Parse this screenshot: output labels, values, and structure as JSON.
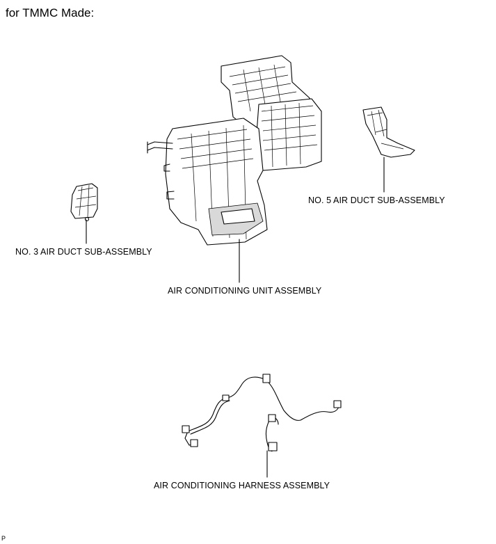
{
  "heading": "for TMMC Made:",
  "labels": {
    "no5_air_duct": "NO. 5 AIR DUCT SUB-ASSEMBLY",
    "no3_air_duct": "NO. 3 AIR DUCT SUB-ASSEMBLY",
    "ac_unit": "AIR CONDITIONING UNIT ASSEMBLY",
    "ac_harness": "AIR CONDITIONING HARNESS ASSEMBLY"
  },
  "corner_mark": "P"
}
